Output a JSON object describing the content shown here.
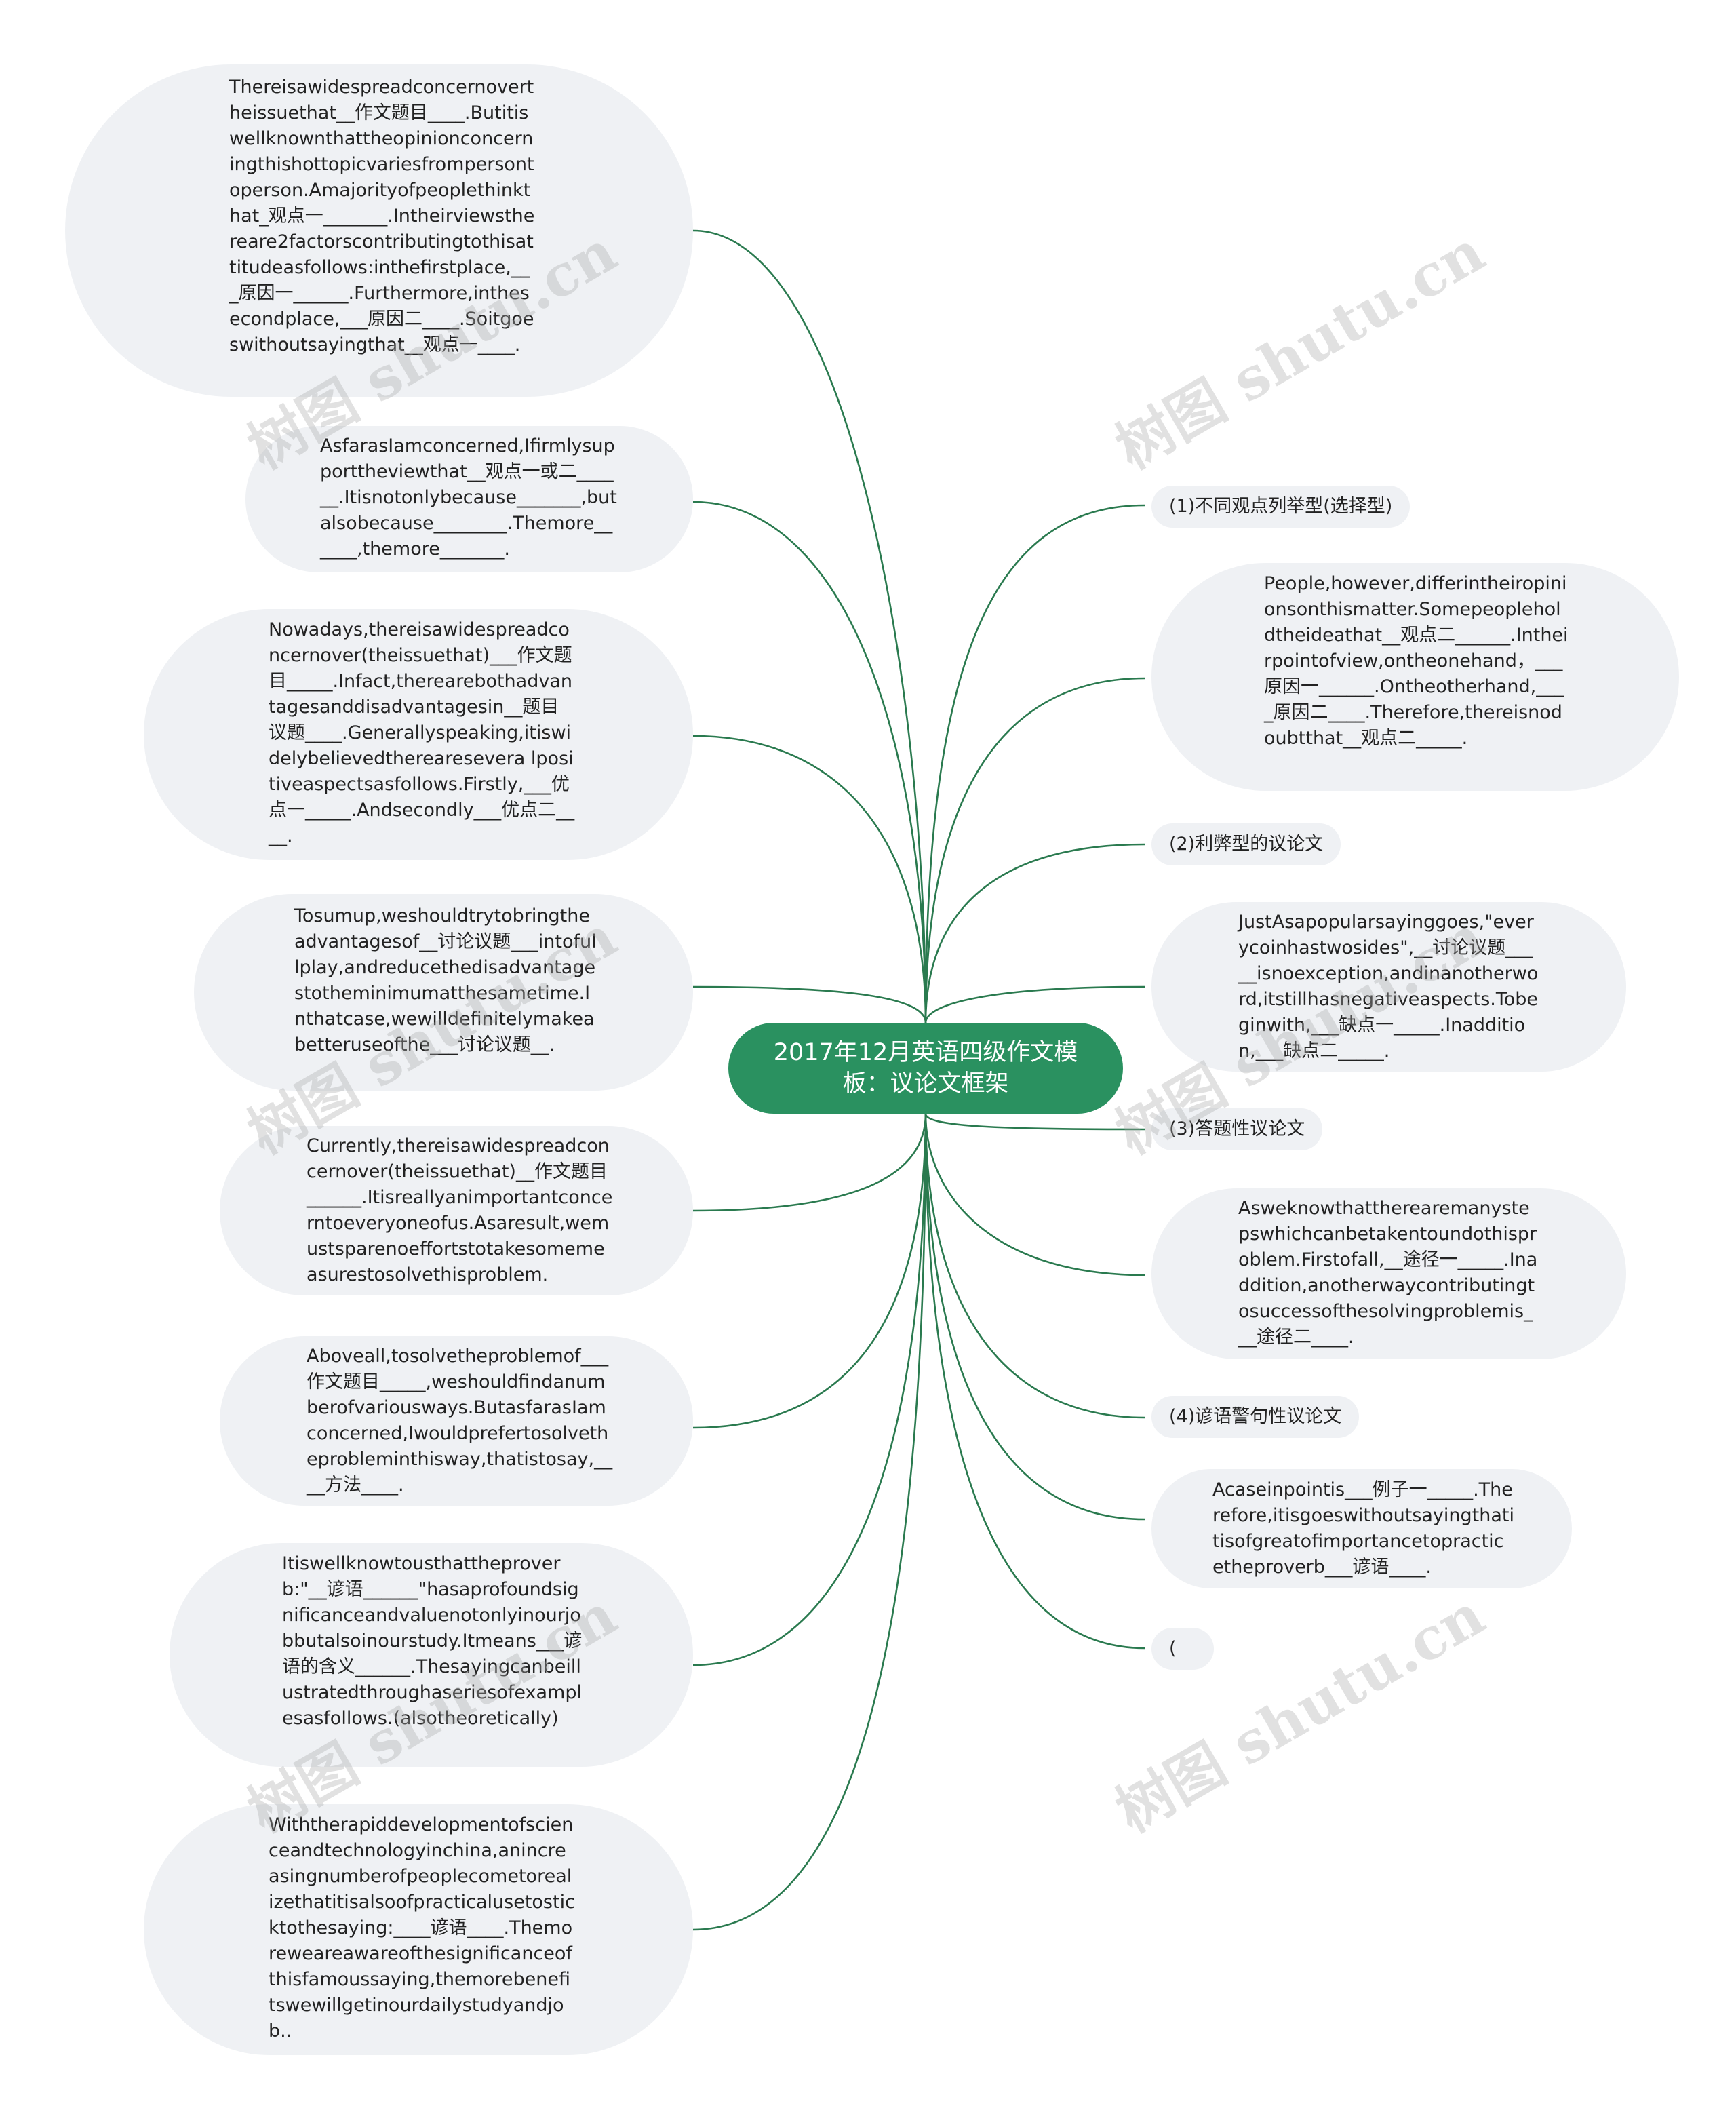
{
  "center": {
    "title": "2017年12月英语四级作文模板：议论文框架"
  },
  "left_nodes": [
    {
      "text": "Thereisawidespreadconcernovertheissuethat__作文题目____.Butitiswellknownthattheopinionconcerningthishottopicvariesfrompersontoperson.Amajorityofpeoplethinkthat_观点一_______.Intheirviewsthereare2factorscontributingtothisattitudeasfollows:inthefirstplace,___原因一______.Furthermore,inthesecondplace,___原因二____.Soitgoeswithoutsayingthat__观点一____."
    },
    {
      "text": "AsfarasIamconcerned,Ifirmlysupporttheviewthat__观点一或二______.Itisnotonlybecause_______,butalsobecause________.Themore______,themore_______."
    },
    {
      "text": "Nowadays,thereisawidespreadconcernover(theissuethat)___作文题目_____.Infact,therearebothadvantagesanddisadvantagesin__题目议题____.Generallyspeaking,itiswidelybelievedtherearesevera lpositiveaspectsasfollows.Firstly,___优点一_____.Andsecondly___优点二____."
    },
    {
      "text": "Tosumup,weshouldtrytobringtheadvantagesof__讨论议题___intofullplay,andreducethedisadvantagestotheminimumatthesametime.Inthatcase,wewilldefinitelymakeabetteruseofthe___讨论议题__."
    },
    {
      "text": "Currently,thereisawidespreadconcernover(theissuethat)__作文题目______.Itisreallyanimportantconcerntoeveryoneofus.Asaresult,wemustsparenoeffortstotakesomemeasurestosolvethisproblem."
    },
    {
      "text": "Aboveall,tosolvetheproblemof___作文题目_____,weshouldfindanumberofvariousways.ButasfarasIamconcerned,Iwouldprefertosolvetheprobleminthisway,thatistosay,____方法____."
    },
    {
      "text": "Itiswellknowtousthattheproverb:\"__谚语______\"hasaprofoundsignificanceandvaluenotonlyinourjobbutalsoinourstudy.Itmeans___谚语的含义______.Thesayingcanbeillustratedthroughaseriesofexamplesasfollows.(alsotheoretically)"
    },
    {
      "text": "Withtherapiddevelopmentofscienceandtechnologyinchina,anincreasingnumberofpeoplecometorealizethatitisalsoofpracticalusetosticktothesaying:____谚语____.Themoreweareawareofthesignificanceofthisfamoussaying,themorebenefitswewillgetinourdailystudyandjob.."
    }
  ],
  "right_nodes": [
    {
      "text": "(1)不同观点列举型(选择型)"
    },
    {
      "text": "People,however,differintheiropinionsonthismatter.Somepeopleholdtheideathat__观点二______.Intheirpointofview,ontheonehand，___原因一______.Ontheotherhand,____原因二____.Therefore,thereisnodoubtthat__观点二_____."
    },
    {
      "text": "(2)利弊型的议论文"
    },
    {
      "text": "JustAsapopularsayinggoes,\"everycoinhastwosides\",__讨论议题_____isnoexception,andinanotherword,itstillhasnegativeaspects.Tobeginwith,___缺点一_____.Inaddition,___缺点二_____."
    },
    {
      "text": "(3)答题性议论文"
    },
    {
      "text": "Asweknowthattherearemanystepswhichcanbetakentoundothisproblem.Firstofall,__途径一_____.Inaddition,anotherwaycontributingtosuccessofthesolvingproblemis___途径二____."
    },
    {
      "text": "(4)谚语警句性议论文"
    },
    {
      "text": "Acaseinpointis___例子一_____.Therefore,itisgoeswithoutsayingthatitisofgreatofimportancetopracticetheproverb___谚语____."
    },
    {
      "text": "("
    }
  ],
  "watermark": {
    "text": "树图 shutu.cn"
  },
  "colors": {
    "center_fill": "#2a9160",
    "edge": "#2a7a4f",
    "node_fill": "#eff1f4"
  }
}
